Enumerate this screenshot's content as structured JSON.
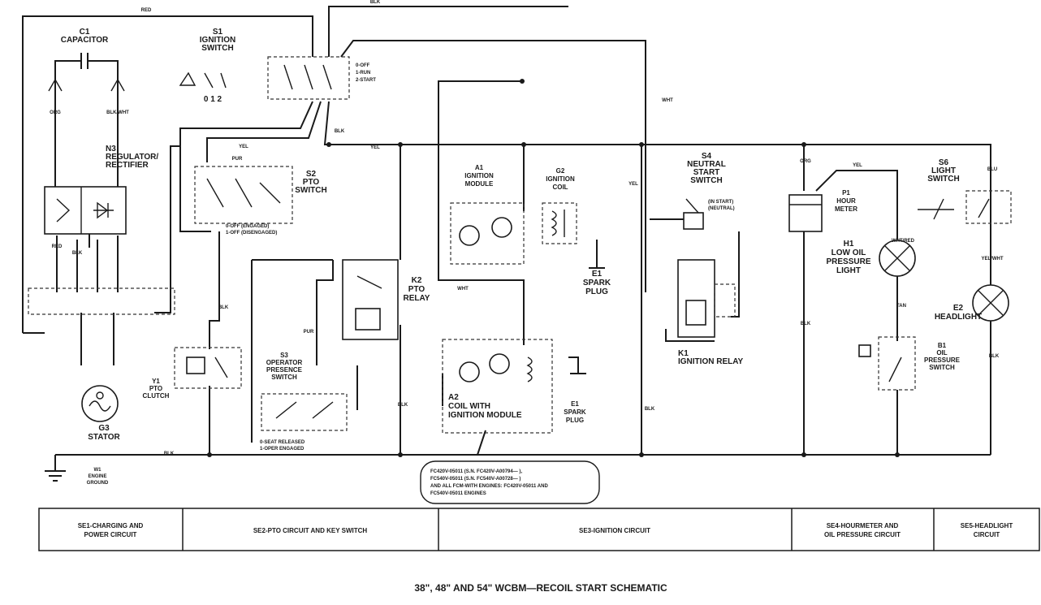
{
  "title": "38\", 48\" AND 54\" WCBM—RECOIL START SCHEMATIC",
  "sections": [
    {
      "id": "se1",
      "label": [
        "SE1-CHARGING AND",
        "POWER CIRCUIT"
      ]
    },
    {
      "id": "se2",
      "label": [
        "SE2-PTO CIRCUIT AND KEY SWITCH"
      ]
    },
    {
      "id": "se3",
      "label": [
        "SE3-IGNITION CIRCUIT"
      ]
    },
    {
      "id": "se4",
      "label": [
        "SE4-HOURMETER AND",
        "OIL PRESSURE CIRCUIT"
      ]
    },
    {
      "id": "se5",
      "label": [
        "SE5-HEADLIGHT",
        "CIRCUIT"
      ]
    }
  ],
  "components": {
    "c1": [
      "C1",
      "CAPACITOR"
    ],
    "s1": [
      "S1",
      "IGNITION",
      "SWITCH"
    ],
    "s1_positions": "0 1 2",
    "s1_legend": [
      "0-OFF",
      "1-RUN",
      "2-START"
    ],
    "n3": [
      "N3",
      "REGULATOR/",
      "RECTIFIER"
    ],
    "s2": [
      "S2",
      "PTO",
      "SWITCH"
    ],
    "s2_legend": [
      "0-OFF (ENGAGED)",
      "1-OFF (DISENGAGED)"
    ],
    "a1": [
      "A1",
      "IGNITION",
      "MODULE"
    ],
    "g2": [
      "G2",
      "IGNITION",
      "COIL"
    ],
    "e1_top": [
      "E1",
      "SPARK",
      "PLUG"
    ],
    "k2": [
      "K2",
      "PTO",
      "RELAY"
    ],
    "s4": [
      "S4",
      "NEUTRAL",
      "START",
      "SWITCH"
    ],
    "s4_legend": [
      "(IN START)",
      "(NEUTRAL)"
    ],
    "k1": [
      "K1",
      "IGNITION RELAY"
    ],
    "p1": [
      "P1",
      "HOUR",
      "METER"
    ],
    "h1": [
      "H1",
      "LOW OIL",
      "PRESSURE",
      "LIGHT"
    ],
    "s6": [
      "S6",
      "LIGHT",
      "SWITCH"
    ],
    "e2": [
      "E2",
      "HEADLIGHT"
    ],
    "b1": [
      "B1",
      "OIL",
      "PRESSURE",
      "SWITCH"
    ],
    "y1": [
      "Y1",
      "PTO",
      "CLUTCH"
    ],
    "s3": [
      "S3",
      "OPERATOR",
      "PRESENCE",
      "SWITCH"
    ],
    "s3_legend": [
      "0-SEAT RELEASED",
      "1-OPER ENGAGED"
    ],
    "a2": [
      "A2",
      "COIL WITH",
      "IGNITION MODULE"
    ],
    "e1_bot": [
      "E1",
      "SPARK",
      "PLUG"
    ],
    "g3": [
      "G3",
      "STATOR"
    ],
    "w1": [
      "W1",
      "ENGINE",
      "GROUND"
    ],
    "note": [
      "FC420V-05011 (S.N. FC420V-A00794— ),",
      "FC540V-05011 (S.N. FC540V-A00728— )",
      "AND ALL FCM-WITH ENGINES: FC420V-05011 AND",
      "FC540V-05011 ENGINES"
    ]
  },
  "wire_labels": {
    "red_top": "RED",
    "blk_top": "BLK",
    "org_left": "ORG",
    "blk_blue": "BLK/WHT",
    "yel_mid": "YEL",
    "blk_mid": "BLK",
    "yel_right": "YEL",
    "wht_1": "WHT",
    "wht_2": "WHT",
    "yel_4": "YEL",
    "pur_1": "PUR",
    "pur_2": "PUR",
    "red_1": "RED",
    "blk_1": "BLK",
    "blk_2": "BLK",
    "blk_3": "BLK",
    "blk_4": "BLK",
    "blk_5": "BLK",
    "blk_6": "BLK",
    "blk_gnd": "BLK",
    "org_1": "ORG",
    "yel_5": "YEL",
    "wht_3": "WHT/RED",
    "tan_1": "TAN",
    "blu_1": "BLU",
    "yel_6": "YEL/WHT"
  }
}
